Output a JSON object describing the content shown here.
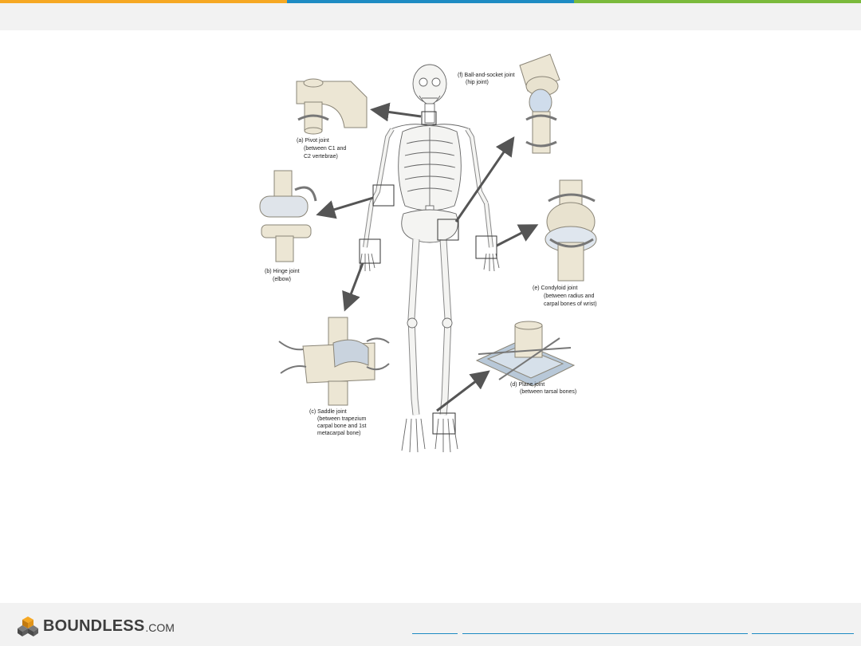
{
  "colors": {
    "stripe_orange": "#f6a823",
    "stripe_blue": "#1e8bc3",
    "stripe_green": "#7bba3c",
    "bar_bg": "#f2f2f2",
    "bone_fill": "#ece6d4",
    "bone_stroke": "#8a8577",
    "arrow": "#555555",
    "footer_link": "#1e8bc3"
  },
  "brand": {
    "name": "BOUNDLESS",
    "suffix": ".COM",
    "logo_icon": "stacked-cubes-icon"
  },
  "diagram": {
    "labels": {
      "pivot": [
        "(a) Pivot joint",
        "(between C1 and",
        "C2 vertebrae)"
      ],
      "hinge": [
        "(b) Hinge joint",
        "(elbow)"
      ],
      "saddle": [
        "(c) Saddle joint",
        "(between trapezium",
        "carpal bone and 1st",
        "metacarpal bone)"
      ],
      "plane": [
        "(d) Plane joint",
        "(between tarsal bones)"
      ],
      "condyloid": [
        "(e) Condyloid joint",
        "(between radius and",
        "carpal bones of wrist)"
      ],
      "ball": [
        "(f) Ball-and-socket joint",
        "(hip joint)"
      ]
    }
  }
}
